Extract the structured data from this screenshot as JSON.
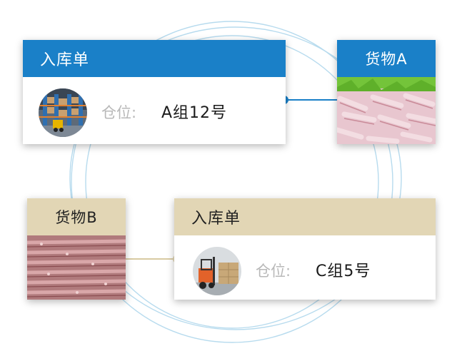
{
  "colors": {
    "accent_blue": "#1a80c8",
    "accent_beige": "#e2d6b5",
    "ring": "#b7dbee",
    "label_gray": "#b8b8b8"
  },
  "receipt_a": {
    "title": "入库单",
    "location_label": "仓位:",
    "location_value": "A组12号",
    "avatar_icon": "warehouse-racks-photo"
  },
  "receipt_b": {
    "title": "入库单",
    "location_label": "仓位:",
    "location_value": "C组5号",
    "avatar_icon": "forklift-photo"
  },
  "goods_a": {
    "title": "货物A",
    "photo_icon": "chicken-feet-photo"
  },
  "goods_b": {
    "title": "货物B",
    "photo_icon": "shrimp-photo"
  }
}
